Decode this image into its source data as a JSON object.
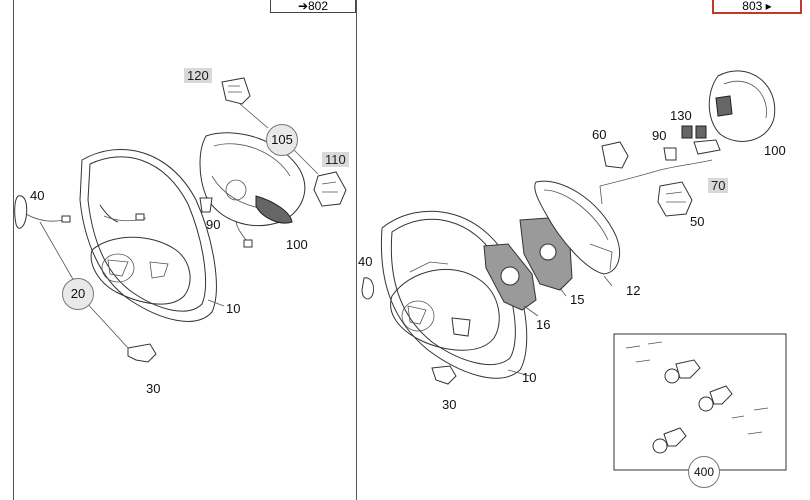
{
  "references": [
    {
      "text": "➔802",
      "active": false
    },
    {
      "text": "803 ▸",
      "active": true
    }
  ],
  "left_labels": {
    "l120": "120",
    "l105": "105",
    "l110": "110",
    "l40": "40",
    "l90": "90",
    "l100": "100",
    "l20": "20",
    "l10": "10",
    "l30": "30"
  },
  "right_labels": {
    "r130": "130",
    "r60": "60",
    "r90": "90",
    "r100": "100",
    "r70": "70",
    "r50": "50",
    "r40": "40",
    "r12": "12",
    "r15": "15",
    "r16": "16",
    "r10": "10",
    "r30": "30",
    "r400": "400"
  }
}
